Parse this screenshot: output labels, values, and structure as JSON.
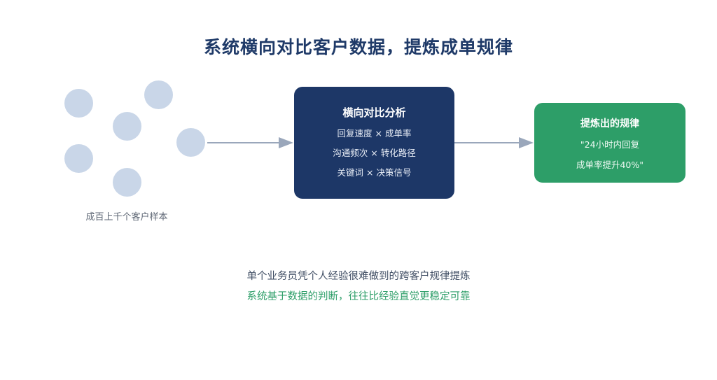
{
  "title": "系统横向对比客户数据，提炼成单规律",
  "samples": {
    "label": "成百上千个客户样本",
    "dot_color": "#c9d6e8"
  },
  "analysis_box": {
    "title": "横向对比分析",
    "lines": [
      "回复速度 × 成单率",
      "沟通频次 × 转化路径",
      "关键词 × 决策信号"
    ],
    "color": "#1d3767"
  },
  "rule_box": {
    "title": "提炼出的规律",
    "lines": [
      "\"24小时内回复",
      "成单率提升40%\""
    ],
    "color": "#2d9e68"
  },
  "captions": {
    "line1": "单个业务员凭个人经验很难做到的跨客户规律提炼",
    "line2": "系统基于数据的判断，往往比经验直觉更稳定可靠",
    "line2_color": "#2d9e68"
  },
  "arrow_color": "#9aa7bb"
}
